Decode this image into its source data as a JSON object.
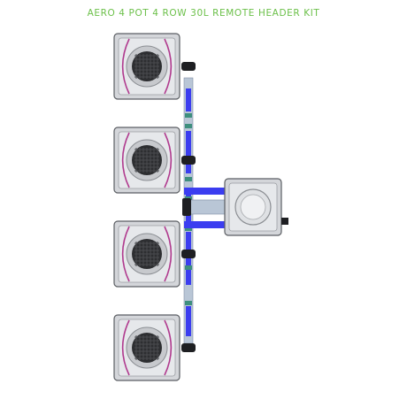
{
  "title": "AERO 4 POT 4 ROW 30L REMOTE HEADER KIT",
  "colors": {
    "accent": "#6cc04a",
    "pot_fill": "#d4d6da",
    "pot_edge": "#5b5e63",
    "net_pot": "#2d2e31",
    "tube_blue": "#3b3df0",
    "pipe_grey": "#b9c6d6",
    "spray_line": "#b03a8e",
    "fitting": "#1e1f22",
    "connector_green": "#3e8f7e"
  },
  "components": {
    "pots": [
      {
        "id": "pot-1",
        "icon": "pot-with-net-pot-icon"
      },
      {
        "id": "pot-2",
        "icon": "pot-with-net-pot-icon"
      },
      {
        "id": "pot-3",
        "icon": "pot-with-net-pot-icon"
      },
      {
        "id": "pot-4",
        "icon": "pot-with-net-pot-icon"
      }
    ],
    "header_tank": {
      "icon": "remote-header-tank-icon"
    }
  }
}
